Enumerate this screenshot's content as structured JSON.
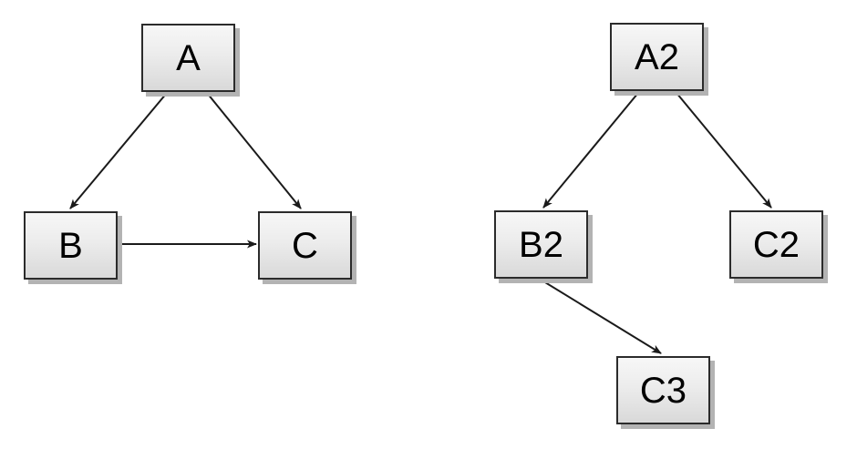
{
  "diagrams": [
    {
      "name": "left-graph",
      "nodes": [
        {
          "id": "A",
          "label": "A"
        },
        {
          "id": "B",
          "label": "B"
        },
        {
          "id": "C",
          "label": "C"
        }
      ],
      "edges": [
        {
          "from": "A",
          "to": "B"
        },
        {
          "from": "A",
          "to": "C"
        },
        {
          "from": "B",
          "to": "C"
        }
      ]
    },
    {
      "name": "right-graph",
      "nodes": [
        {
          "id": "A2",
          "label": "A2"
        },
        {
          "id": "B2",
          "label": "B2"
        },
        {
          "id": "C2",
          "label": "C2"
        },
        {
          "id": "C3",
          "label": "C3"
        }
      ],
      "edges": [
        {
          "from": "A2",
          "to": "B2"
        },
        {
          "from": "A2",
          "to": "C2"
        },
        {
          "from": "B2",
          "to": "C3"
        }
      ]
    }
  ],
  "colors": {
    "background": "#ffffff",
    "node_fill_top": "#f7f7f7",
    "node_fill_bottom": "#d9d9d9",
    "node_border": "#2b2b2b",
    "node_shadow": "#b3b3b3",
    "edge": "#1a1a1a",
    "label_text": "#000000"
  }
}
